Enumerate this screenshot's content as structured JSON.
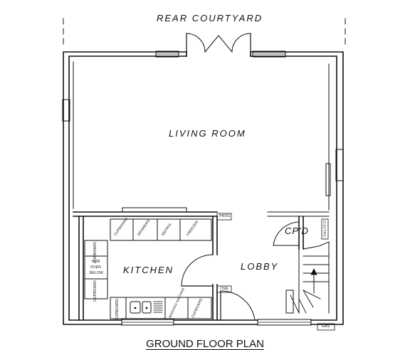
{
  "site": {
    "courtyard": "REAR COURTYARD"
  },
  "rooms": {
    "living": "LIVING ROOM",
    "kitchen": "KITCHEN",
    "lobby": "LOBBY",
    "cupboard": "CP'D"
  },
  "fittings": {
    "cupboard_left_top": "CUPBOARD",
    "hob": [
      "HOB",
      "OVEN",
      "BELOW"
    ],
    "cupboard_left_bottom": "CUPBOARD",
    "top_cupboard": "CUPBOARD",
    "drawers": "DRAWERS",
    "refrig": "REFRIG.",
    "freezer": "FREEZER",
    "bottom_cupboard": "CUPBOARD",
    "washing_machine": "WASHING MACHINE",
    "bottom_cupboard_right": "CUPBOARD"
  },
  "meters": {
    "prog": "PROG",
    "ital": "ITIAL",
    "electric": "ELECTRIC",
    "gas": "GAS"
  },
  "title": "GROUND FLOOR PLAN"
}
